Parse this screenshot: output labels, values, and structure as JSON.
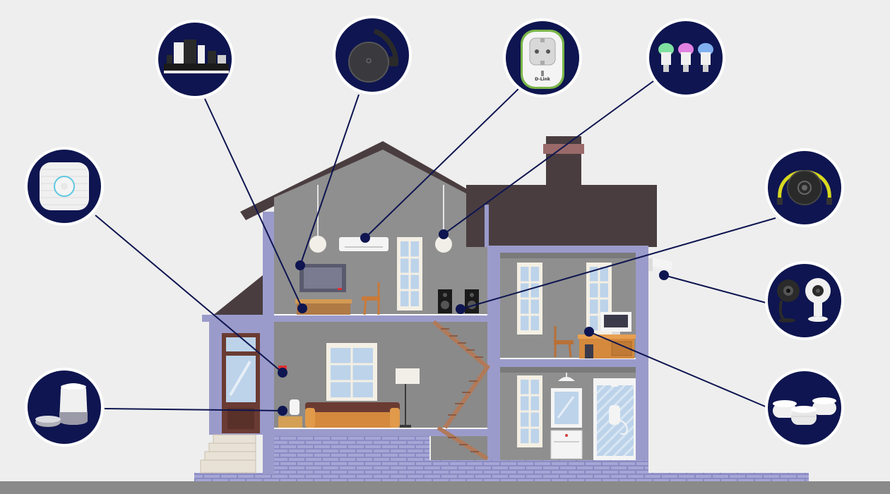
{
  "scene": {
    "devices": [
      {
        "id": "soundbar",
        "icon": "soundbar-icon",
        "target": "tv-console"
      },
      {
        "id": "chromecast",
        "icon": "chromecast-icon",
        "target": "tv"
      },
      {
        "id": "smart-plug",
        "icon": "smart-plug-icon",
        "target": "air-conditioner",
        "brand_text": "D-Link"
      },
      {
        "id": "smart-bulbs",
        "icon": "smart-bulbs-icon",
        "target": "pendant-lamp"
      },
      {
        "id": "smoke-detector",
        "icon": "smoke-detector-icon",
        "target": "smoke-sensor"
      },
      {
        "id": "chromecast-audio",
        "icon": "chromecast-audio-icon",
        "target": "speakers"
      },
      {
        "id": "security-cameras",
        "icon": "security-camera-icon",
        "target": "outdoor-camera"
      },
      {
        "id": "smart-speaker",
        "icon": "smart-speaker-icon",
        "target": "nightstand"
      },
      {
        "id": "wifi-mesh",
        "icon": "wifi-router-icon",
        "target": "desk-computer"
      }
    ]
  },
  "colors": {
    "background": "#eeeeee",
    "icon_circle": "#0e1550",
    "icon_ring": "#ffffff",
    "connector_line": "#0e1550",
    "house_frame": "#9b9bcb",
    "roof": "#4a3d40",
    "interior": "#8e8e8e",
    "interior_dark": "#7a7a7a",
    "foundation": "#8b8bc4",
    "wood": "#d4893d",
    "ground": "#8a8a8a"
  }
}
